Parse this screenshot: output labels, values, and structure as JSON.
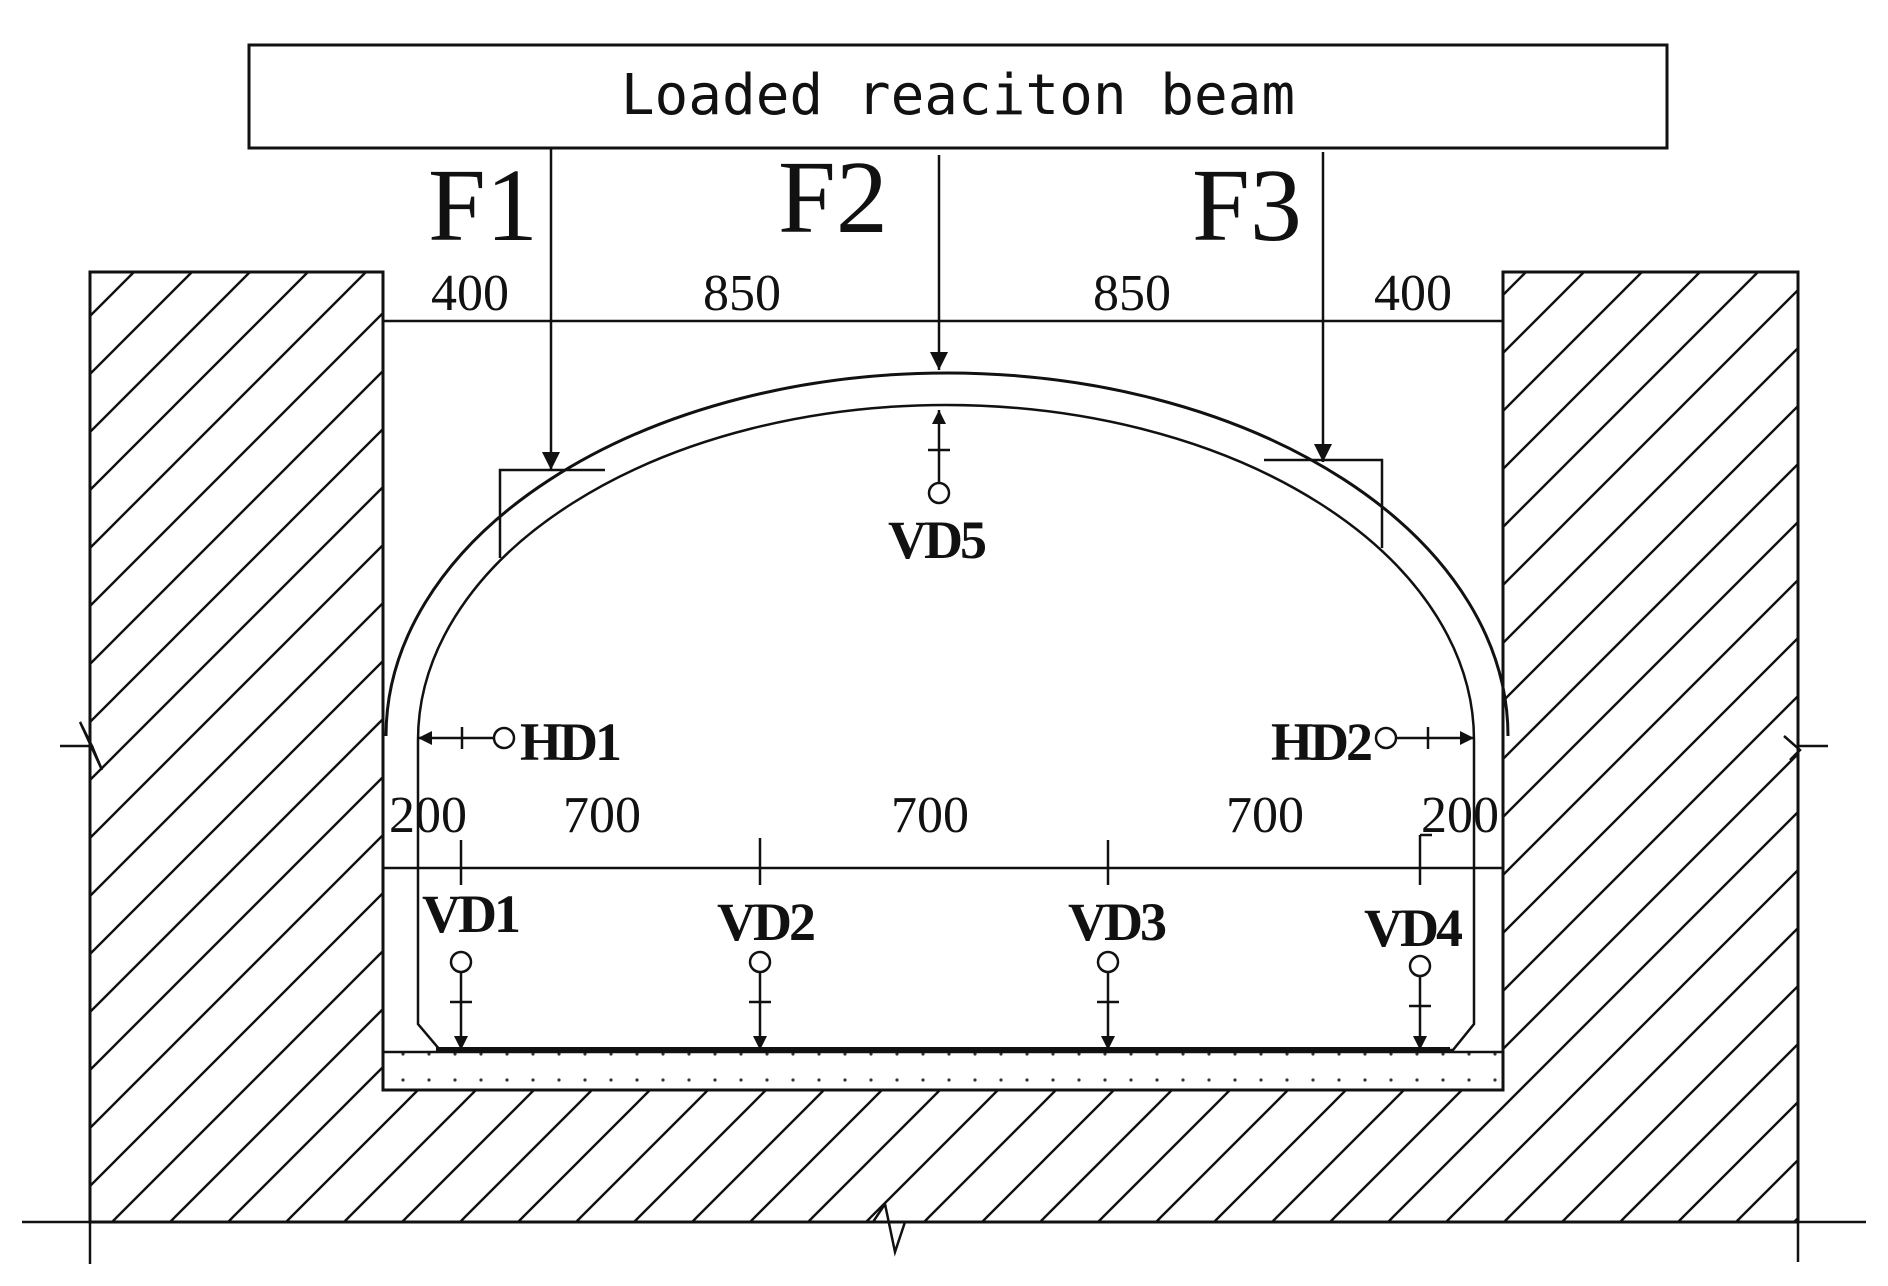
{
  "beam": {
    "label": "Loaded reaciton beam"
  },
  "forces": {
    "f1": "F1",
    "f2": "F2",
    "f3": "F3"
  },
  "top_dimensions": [
    "400",
    "850",
    "850",
    "400"
  ],
  "bottom_dimensions": [
    "200",
    "700",
    "700",
    "700",
    "200"
  ],
  "gauges": {
    "hd1": "HD1",
    "hd2": "HD2",
    "vd1": "VD1",
    "vd2": "VD2",
    "vd3": "VD3",
    "vd4": "VD4",
    "vd5": "VD5"
  },
  "colors": {
    "line": "#111111",
    "background": "#ffffff"
  }
}
